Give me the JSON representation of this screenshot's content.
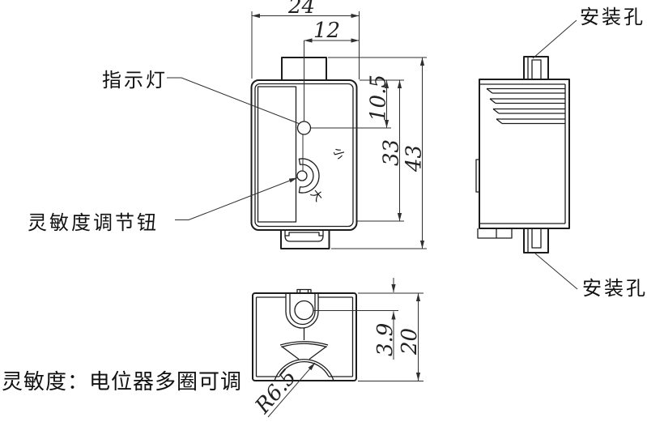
{
  "note": {
    "text": "灵敏度：电位器多圈可调"
  },
  "front_view": {
    "label_indicator_light": "指示灯",
    "label_sensitivity_knob": "灵敏度调节钮",
    "knob_direction_small": "小",
    "knob_direction_large": "大",
    "dim_overall_width": "24",
    "dim_center_to_edge": "12",
    "dim_led_from_top": "10.5",
    "dim_body_height": "33",
    "dim_overall_height": "43"
  },
  "side_view": {
    "label_mounting_hole_top": "安装孔",
    "label_mounting_hole_bottom": "安装孔"
  },
  "bottom_view": {
    "dim_hole_center_offset": "3.9",
    "dim_overall_depth": "20",
    "dim_notch_radius": "R6.5"
  },
  "colors": {
    "background": "#ffffff",
    "outline": "#1c1c1c",
    "dimension": "#2f2f2f"
  }
}
